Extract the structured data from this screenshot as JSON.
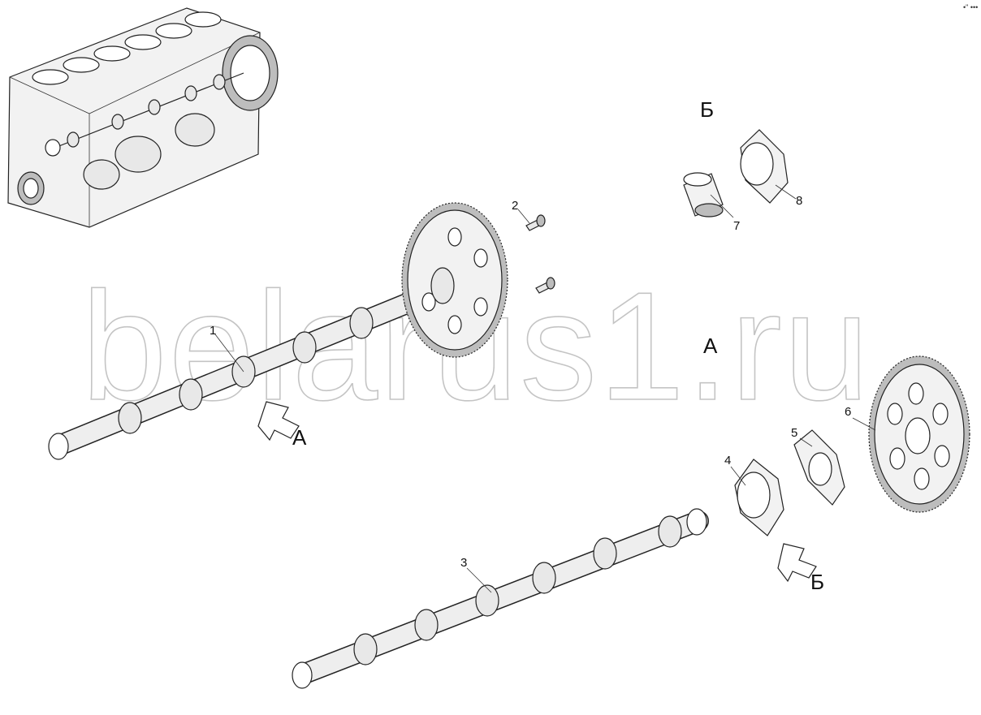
{
  "watermark": "belarus1.ru",
  "corner_mark": "•\" •••",
  "callouts": {
    "c1": "1",
    "c2": "2",
    "c3": "3",
    "c4": "4",
    "c5": "5",
    "c6": "6",
    "c7": "7",
    "c8": "8"
  },
  "view_labels": {
    "a_view": "А",
    "a_arrow": "А",
    "b_view": "Б",
    "b_arrow": "Б"
  }
}
